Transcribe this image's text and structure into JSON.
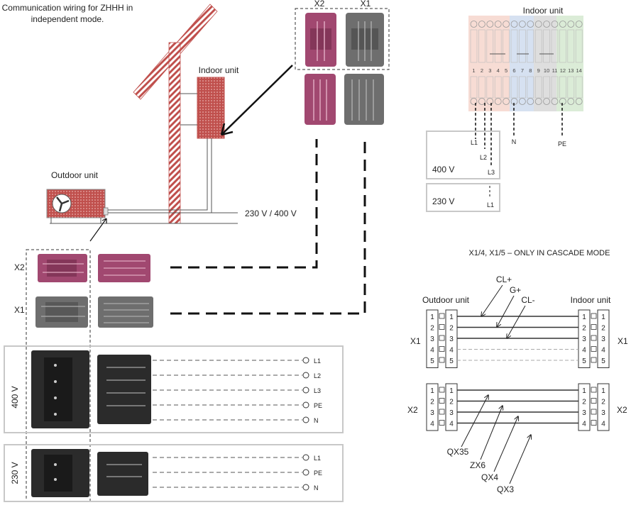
{
  "title_line1": "Communication wiring for ZHHH in",
  "title_line2": "independent mode.",
  "indoor_unit_label": "Indoor unit",
  "outdoor_unit_label": "Outdoor unit",
  "supply_label": "230 V / 400 V",
  "top_connectors": {
    "x2": "X2",
    "x1": "X1"
  },
  "left_connectors": {
    "x2": "X2",
    "x1": "X1"
  },
  "power_400": {
    "label": "400 V",
    "terminals": [
      "L1",
      "L2",
      "L3",
      "PE",
      "N"
    ]
  },
  "power_230": {
    "label": "230 V",
    "terminals": [
      "L1",
      "PE",
      "N"
    ]
  },
  "terminal_block": {
    "title": "Indoor unit",
    "numbers": [
      "1",
      "2",
      "3",
      "4",
      "5",
      "6",
      "7",
      "8",
      "9",
      "10",
      "11",
      "12",
      "13",
      "14"
    ],
    "wires": [
      "L1",
      "L2",
      "L3",
      "N",
      "PE"
    ],
    "box_400": "400 V",
    "box_230": "230 V",
    "l1_230": "L1",
    "colors": {
      "phase": "#f3b8a6",
      "neutral": "#aac4e6",
      "mid": "#bdbdbd",
      "earth": "#b5dcae"
    }
  },
  "cascade": {
    "title": "X1/4, X1/5 – ONLY IN CASCADE MODE",
    "outdoor_label": "Outdoor unit",
    "indoor_label": "Indoor unit",
    "x1_label": "X1",
    "x2_label": "X2",
    "x1_pins": [
      "1",
      "2",
      "3",
      "4",
      "5"
    ],
    "x2_pins": [
      "1",
      "2",
      "3",
      "4"
    ],
    "x1_signals": [
      "CL+",
      "G+",
      "CL-"
    ],
    "x2_signals": [
      "QX35",
      "ZX6",
      "QX4",
      "QX3"
    ]
  },
  "colors": {
    "brick": "#c0504d",
    "connector_magenta": "#a14870",
    "connector_grey": "#6e6e6e",
    "connector_black": "#2b2b2b"
  }
}
